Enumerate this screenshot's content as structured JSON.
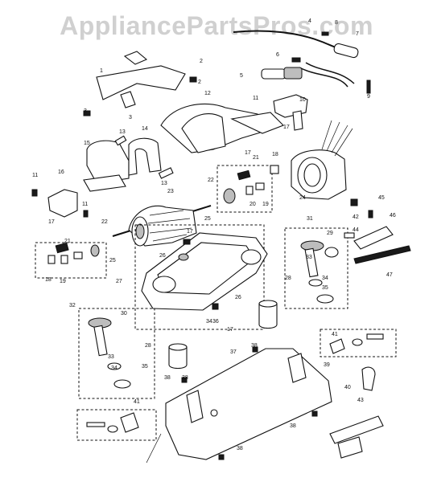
{
  "watermark": "AppliancePartsPros.com",
  "callouts": [
    "1",
    "2",
    "2",
    "3",
    "3",
    "4",
    "5",
    "6",
    "7",
    "8",
    "9",
    "10",
    "11",
    "11",
    "11",
    "12",
    "13",
    "13",
    "14",
    "15",
    "16",
    "17",
    "17",
    "17",
    "17",
    "17",
    "18",
    "18",
    "19",
    "19",
    "20",
    "21",
    "21",
    "22",
    "22",
    "23",
    "24",
    "25",
    "25",
    "26",
    "26",
    "27",
    "28",
    "28",
    "29",
    "30",
    "31",
    "32",
    "33",
    "33",
    "34",
    "34",
    "34",
    "35",
    "35",
    "36",
    "37",
    "38",
    "38",
    "38",
    "38",
    "38",
    "39",
    "40",
    "41",
    "41",
    "42",
    "43",
    "44",
    "45",
    "46",
    "47"
  ]
}
